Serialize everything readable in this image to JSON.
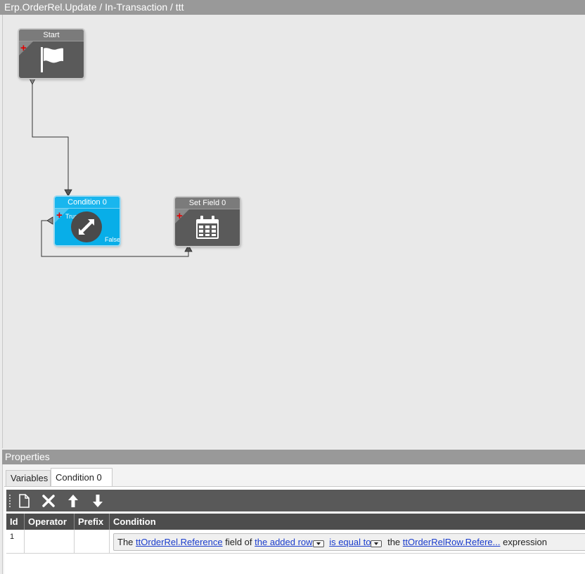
{
  "title_bar": {
    "path": "Erp.OrderRel.Update / In-Transaction / ttt"
  },
  "workflow": {
    "nodes": [
      {
        "id": "start",
        "title": "Start",
        "icon": "flag-icon"
      },
      {
        "id": "condition",
        "title": "Condition 0",
        "icon": "condition-arrows-icon",
        "true_label": "True",
        "false_label": "False",
        "selected": true
      },
      {
        "id": "setfield",
        "title": "Set Field 0",
        "icon": "calendar-icon"
      }
    ],
    "colors": {
      "node_dark": "#5a5a5a",
      "node_selected": "#08aee8",
      "add_marker": "#e00000"
    }
  },
  "properties": {
    "header": "Properties",
    "tabs": [
      {
        "label": "Variables",
        "active": false
      },
      {
        "label": "Condition 0",
        "active": true
      }
    ],
    "toolbar": [
      "new-icon",
      "delete-icon",
      "move-up-icon",
      "move-down-icon"
    ],
    "grid": {
      "columns": [
        "Id",
        "Operator",
        "Prefix",
        "Condition"
      ],
      "rows": [
        {
          "id": "1",
          "operator": "",
          "prefix": "",
          "condition": {
            "t1": "The",
            "field": "ttOrderRel.Reference",
            "t2": "field of",
            "row": "the added row",
            "op": "is equal to",
            "t3": "the",
            "value": "ttOrderRelRow.Refere...",
            "t4": "expression"
          }
        }
      ]
    }
  }
}
